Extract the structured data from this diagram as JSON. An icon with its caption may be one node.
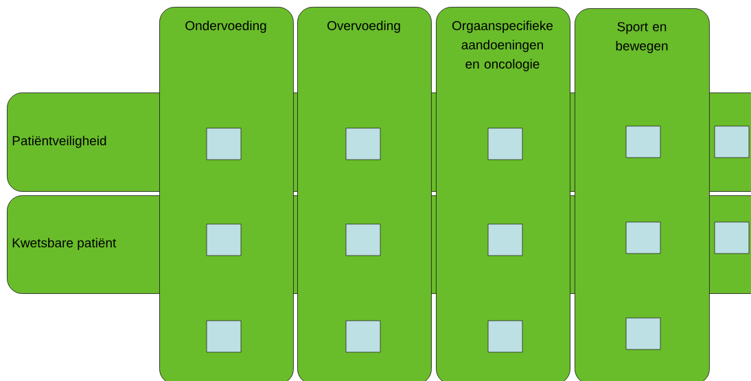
{
  "diagram": {
    "nodes": [
      {
        "text": [
          "Ondervoeding"
        ]
      },
      {
        "text": [
          "Overvoeding"
        ]
      },
      {
        "text": [
          "Orgaanspecifieke aandoeningen en oncologie"
        ]
      },
      {
        "text": [
          "Sport en bewegen"
        ]
      },
      {
        "text": [
          "Patiëntveiligheid"
        ]
      },
      {
        "text": [
          "Kwetsbare patiënt"
        ]
      },
      {
        "text": [],
        "shape": "box"
      },
      {
        "text": [],
        "shape": "box"
      },
      {
        "text": [],
        "shape": "box",
        "in": 0
      },
      {
        "text": [],
        "shape": "box"
      },
      {
        "text": [],
        "shape": "box"
      },
      {
        "text": [],
        "shape": "box",
        "in": 1
      },
      {
        "text": [],
        "shape": "box"
      },
      {
        "text": [],
        "shape": "box"
      },
      {
        "text": [],
        "shape": "box",
        "in": 2
      },
      {
        "text": [],
        "shape": "box"
      },
      {
        "text": [],
        "shape": "box"
      },
      {
        "text": [],
        "shape": "box",
        "in": 3
      },
      {
        "text": [],
        "shape": "box",
        "in": 4
      },
      {
        "text": [],
        "shape": "box",
        "in": 5
      }
    ]
  }
}
